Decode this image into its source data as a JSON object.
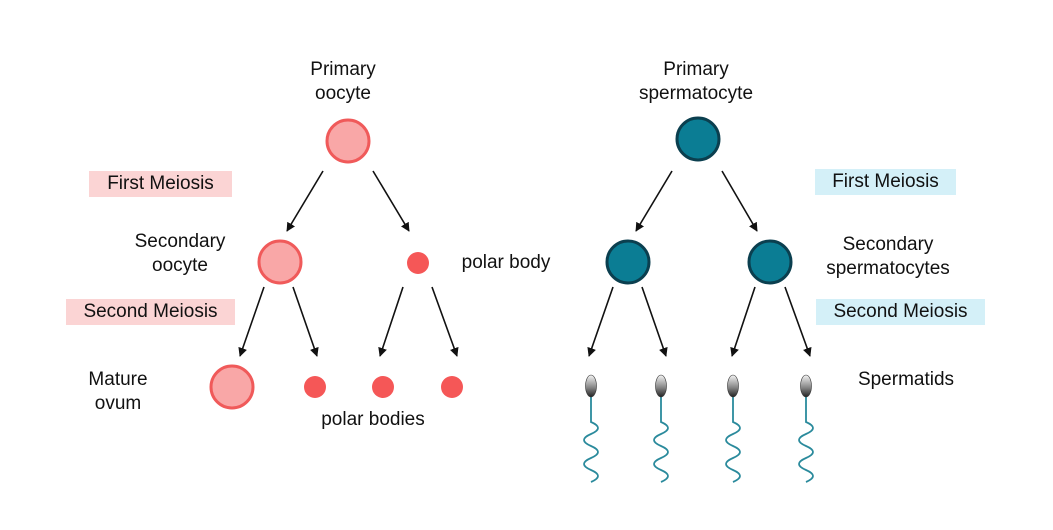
{
  "oogenesis": {
    "primary_label": [
      "Primary",
      "oocyte"
    ],
    "first_meiosis": "First Meiosis",
    "secondary_label": [
      "Secondary",
      "oocyte"
    ],
    "polar_body_label": "polar body",
    "second_meiosis": "Second Meiosis",
    "mature_label": [
      "Mature",
      "ovum"
    ],
    "polar_bodies_label": "polar bodies"
  },
  "spermatogenesis": {
    "primary_label": [
      "Primary",
      "spermatocyte"
    ],
    "first_meiosis": "First Meiosis",
    "secondary_label": [
      "Secondary",
      "spermatocytes"
    ],
    "second_meiosis": "Second Meiosis",
    "spermatids_label": "Spermatids"
  },
  "colors": {
    "oocyte_fill": "#f9a7a7",
    "oocyte_stroke": "#f05a5a",
    "polar_fill": "#f55757",
    "sperm_fill": "#0b7d94",
    "sperm_stroke": "#0b3f4f",
    "sperm_tail": "#2a8a9c",
    "arrow": "#111111",
    "pink_box": "#fbd4d4",
    "blue_box": "#d4f0f8"
  }
}
